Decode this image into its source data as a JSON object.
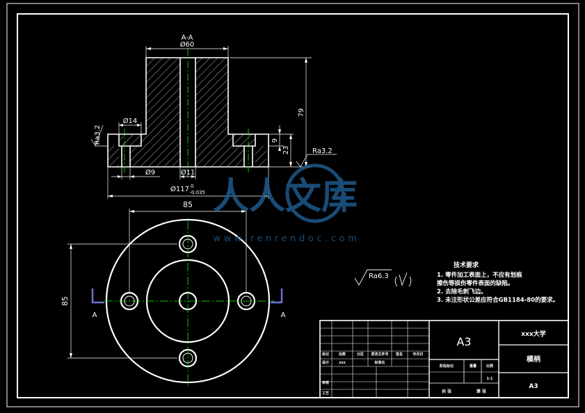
{
  "section": {
    "label": "A-A",
    "dim_top_diameter": "Ø60",
    "dim_small_hole": "Ø14",
    "dim_height_total": "79",
    "dim_flange_height": "23",
    "dim_counterbore_depth": "9",
    "dim_bottom_hole": "Ø9",
    "dim_center_hole": "Ø11",
    "dim_outer_diameter": "Ø117",
    "dim_outer_tol_upper": "0",
    "dim_outer_tol_lower": "-0.035",
    "roughness_left": "Ra3.2",
    "roughness_right": "Ra3.2"
  },
  "plan_view": {
    "dim_horizontal": "85",
    "dim_vertical": "85",
    "cut_label_left": "A",
    "cut_label_right": "A"
  },
  "general_roughness": "Ra6.3",
  "tech_requirements": {
    "title": "技术要求",
    "items": [
      "1. 零件加工表面上，不应有划痕",
      "擦伤等损伤零件表面的缺陷。",
      "2. 去除毛刺飞边。",
      "3. 未注形状公差应符合GB1184-80的要求。"
    ]
  },
  "title_block": {
    "sheet_size": "A3",
    "university": "xxx大学",
    "part_name": "模柄",
    "sheet_code": "A3",
    "row_headers": [
      "标记",
      "处数",
      "分区",
      "更改文件号",
      "签名",
      "年月日"
    ],
    "designer_label": "设计",
    "designer_name": "xxx",
    "standardization_label": "标准化",
    "review_label": "审核",
    "process_label": "工艺",
    "stage_mark_label": "阶段标记",
    "weight_label": "重量",
    "scale_label": "比例",
    "scale_value": "1:1",
    "sheets_total_label": "共 张",
    "sheet_no_label": "第 张"
  },
  "watermark": {
    "text": "人人文库",
    "url": "www.renrendoc.com"
  },
  "colors": {
    "background": "#000000",
    "lines": "#ffffff",
    "center_lines": "#00ff00",
    "cut_markers": "#7070d8",
    "watermark": "#1e5a8c"
  }
}
